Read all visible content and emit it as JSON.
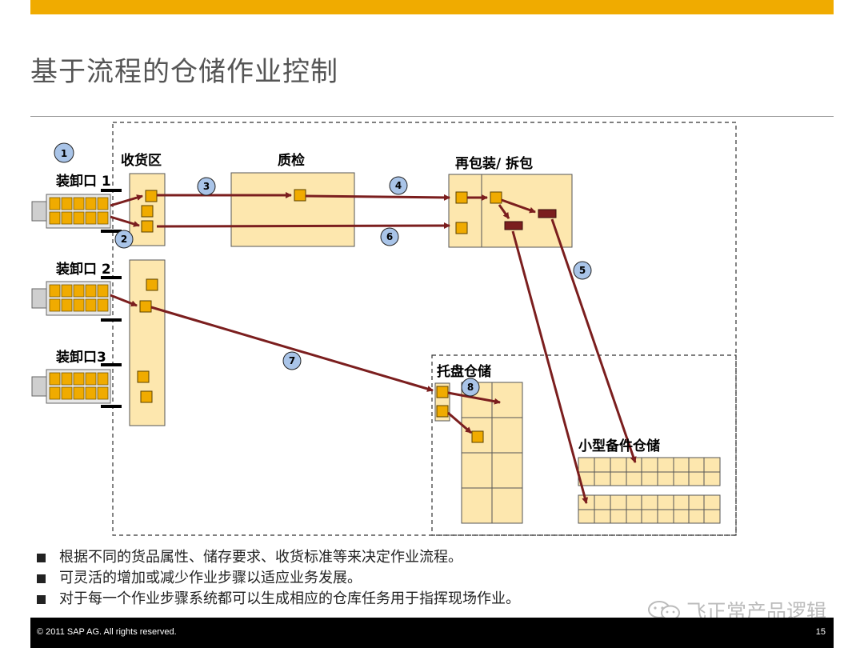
{
  "slide": {
    "title": "基于流程的仓储作业控制",
    "page_number": "15",
    "copyright": "© 2011 SAP AG. All rights reserved.",
    "brand_color": "#F0AB00"
  },
  "diagram": {
    "docks": {
      "dock1": "装卸口 1",
      "dock2": "装卸口 2",
      "dock3": "装卸口3"
    },
    "areas": {
      "receiving": "收货区",
      "quality_check": "质检",
      "repack": "再包装/ 拆包",
      "pallet_storage": "托盘仓储",
      "small_parts_storage": "小型备件仓储"
    },
    "steps": [
      "1",
      "2",
      "3",
      "4",
      "5",
      "6",
      "7",
      "8"
    ],
    "colors": {
      "area_fill": "#FDE7AE",
      "item_fill": "#F0AB00",
      "arrow": "#7B1E1E",
      "step_circle": "#A9C4E8"
    }
  },
  "bullets": [
    "根据不同的货品属性、储存要求、收货标准等来决定作业流程。",
    "可灵活的增加或减少作业步骤以适应业务发展。",
    "对于每一个作业步骤系统都可以生成相应的仓库任务用于指挥现场作业。"
  ],
  "watermark": "飞正常产品逻辑"
}
